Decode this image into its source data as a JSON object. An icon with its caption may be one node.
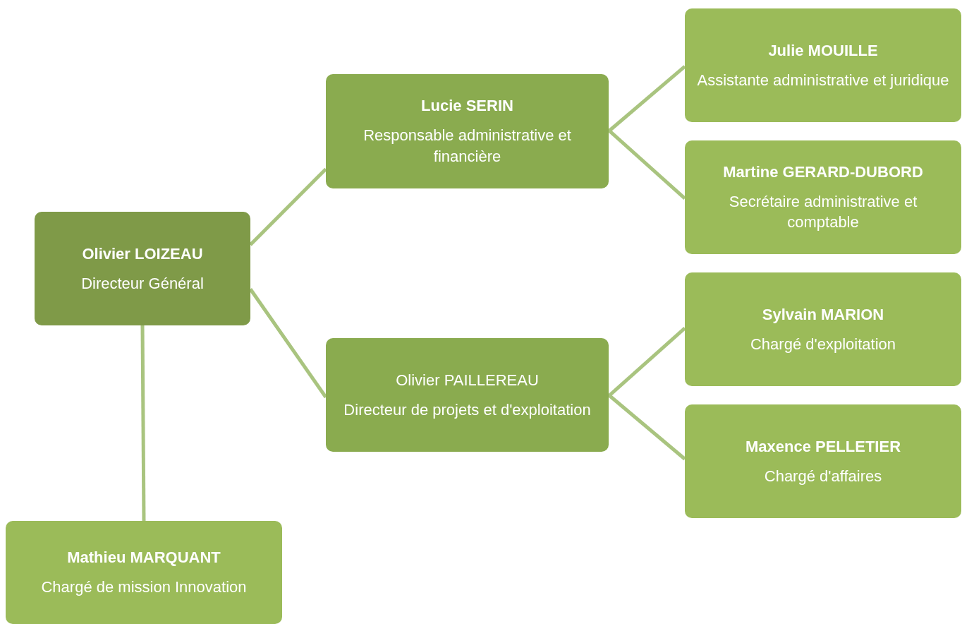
{
  "diagram": {
    "nodes": [
      {
        "text": [
          "Olivier LOIZEAU",
          "Directeur Général"
        ]
      },
      {
        "text": [
          "Lucie SERIN",
          "Responsable administrative et financière"
        ]
      },
      {
        "text": [
          "Olivier PAILLEREAU",
          "Directeur de projets et d'exploitation"
        ]
      },
      {
        "text": [
          "Julie MOUILLE",
          "Assistante administrative et juridique"
        ]
      },
      {
        "text": [
          "Martine GERARD-DUBORD",
          "Secrétaire administrative et comptable"
        ]
      },
      {
        "text": [
          "Sylvain MARION",
          "Chargé d'exploitation"
        ]
      },
      {
        "text": [
          "Maxence PELLETIER",
          "Chargé d'affaires"
        ]
      },
      {
        "text": [
          "Mathieu MARQUANT",
          "Chargé de mission Innovation"
        ]
      }
    ],
    "edges": [
      {
        "from": 0,
        "to": 1,
        "arrow": "none"
      },
      {
        "from": 0,
        "to": 2,
        "arrow": "none"
      },
      {
        "from": 1,
        "to": 3,
        "arrow": "none"
      },
      {
        "from": 1,
        "to": 4,
        "arrow": "none"
      },
      {
        "from": 2,
        "to": 5,
        "arrow": "none"
      },
      {
        "from": 2,
        "to": 6,
        "arrow": "none"
      },
      {
        "from": 0,
        "to": 7,
        "arrow": "none"
      }
    ]
  }
}
